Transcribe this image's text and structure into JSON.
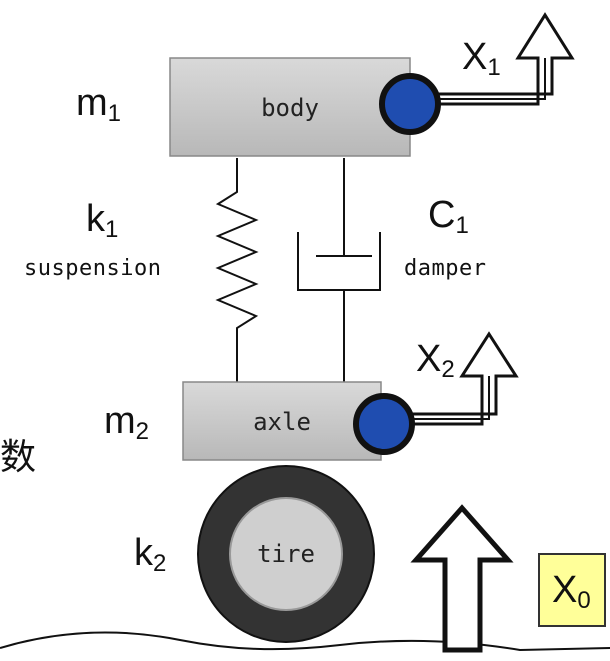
{
  "labels": {
    "m1": "m",
    "m1_sub": "1",
    "m2": "m",
    "m2_sub": "2",
    "k1": "k",
    "k1_sub": "1",
    "k2": "k",
    "k2_sub": "2",
    "c1": "C",
    "c1_sub": "1",
    "x1": "X",
    "x1_sub": "1",
    "x2": "X",
    "x2_sub": "2",
    "x0": "X",
    "x0_sub": "0",
    "suspension": "suspension",
    "damper": "damper",
    "body": "body",
    "axle": "axle",
    "tire": "tire",
    "side_char": "数"
  },
  "colors": {
    "box_fill": "#c9c9c9",
    "marker": "#1f4db0",
    "tire_outer": "#333333",
    "tire_inner": "#cfcfcf",
    "x0_box": "#ffff99"
  }
}
